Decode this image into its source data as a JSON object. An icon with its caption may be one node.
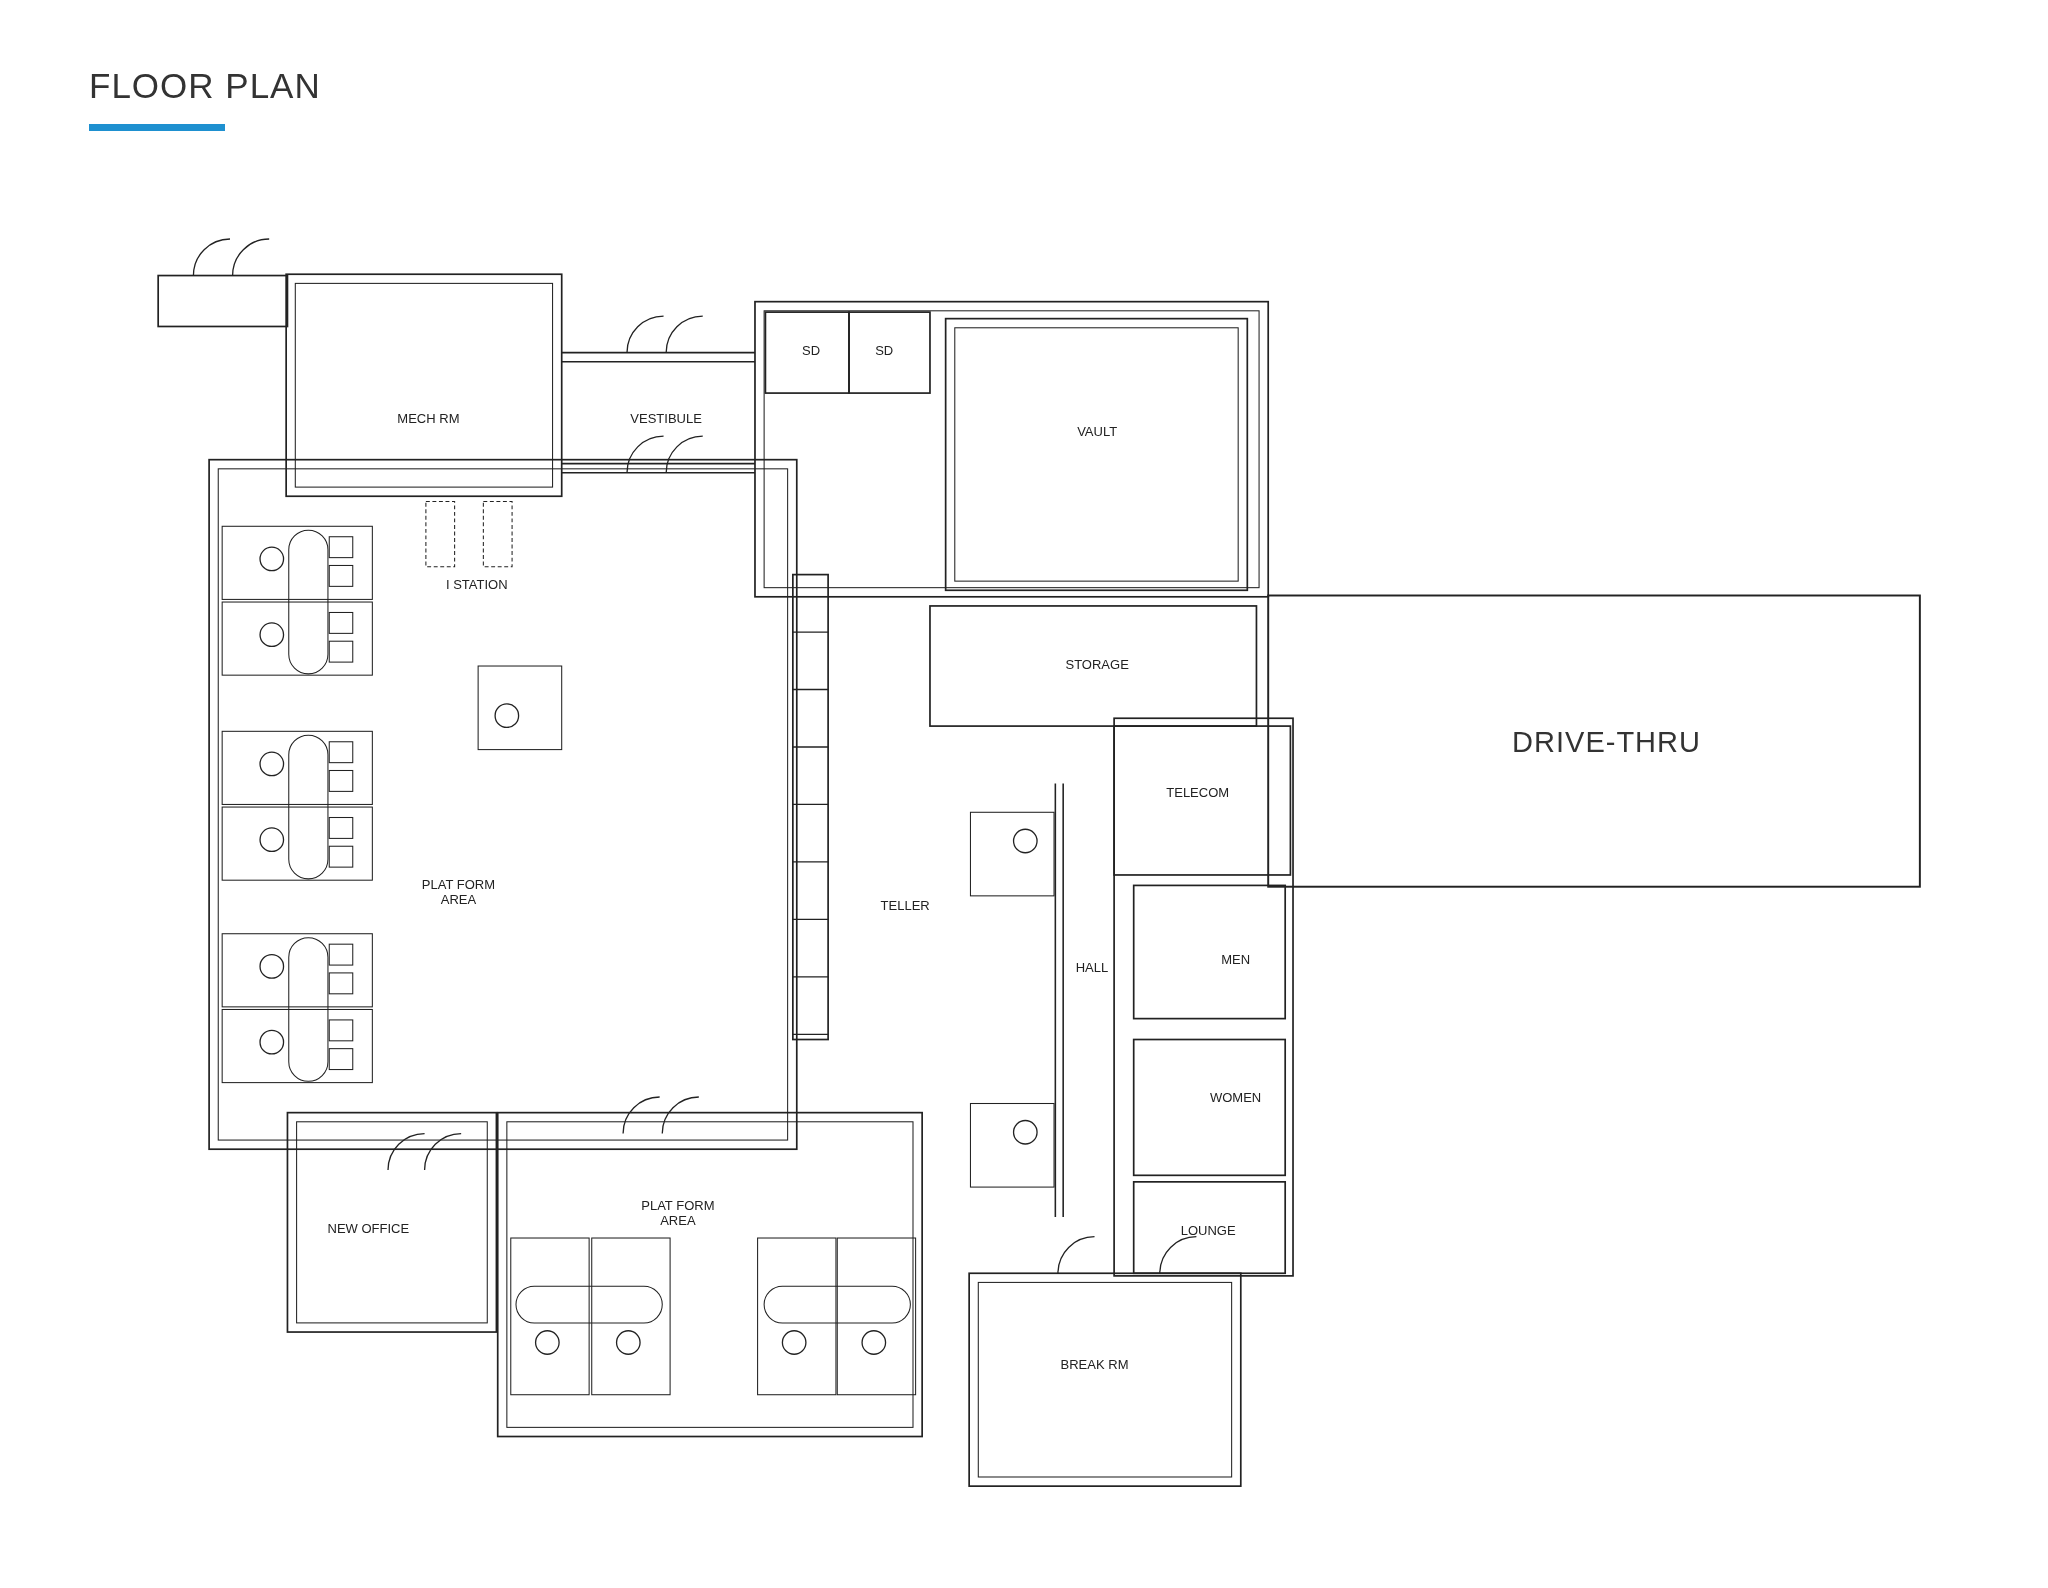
{
  "diagram": {
    "title": "**FLOOR** PLAN",
    "labels": [
      "MECH RM",
      "VESTIBULE",
      "SD",
      "SD",
      "VAULT",
      "I STATION",
      "STORAGE",
      "DRIVE-THRU",
      "TELECOM",
      "PLAT FORM AREA",
      "TELLER",
      "MEN",
      "HALL",
      "WOMEN",
      "NEW OFFICE",
      "PLAT FORM AREA",
      "LOUNGE",
      "BREAK RM"
    ]
  }
}
